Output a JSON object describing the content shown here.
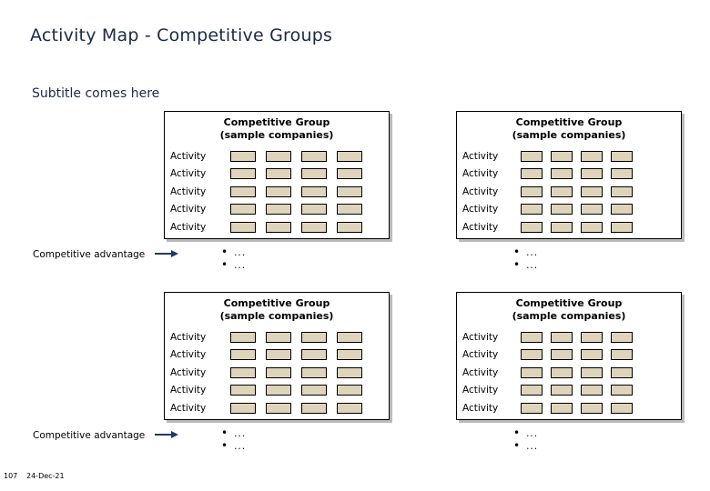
{
  "slide": {
    "title": "Activity Map - Competitive Groups",
    "subtitle": "Subtitle comes here",
    "page_number": "107",
    "date": "24-Dec-21"
  },
  "panels": [
    {
      "header_line1": "Competitive Group",
      "header_line2": "(sample companies)",
      "rows": [
        {
          "label": "Activity",
          "cells": 4
        },
        {
          "label": "Activity",
          "cells": 4
        },
        {
          "label": "Activity",
          "cells": 4
        },
        {
          "label": "Activity",
          "cells": 4
        },
        {
          "label": "Activity",
          "cells": 4
        }
      ],
      "bullets": [
        "...",
        "..."
      ]
    },
    {
      "header_line1": "Competitive Group",
      "header_line2": "(sample companies)",
      "rows": [
        {
          "label": "Activity",
          "cells": 4
        },
        {
          "label": "Activity",
          "cells": 4
        },
        {
          "label": "Activity",
          "cells": 4
        },
        {
          "label": "Activity",
          "cells": 4
        },
        {
          "label": "Activity",
          "cells": 4
        }
      ],
      "bullets": [
        "...",
        "..."
      ]
    },
    {
      "header_line1": "Competitive Group",
      "header_line2": "(sample companies)",
      "rows": [
        {
          "label": "Activity",
          "cells": 4
        },
        {
          "label": "Activity",
          "cells": 4
        },
        {
          "label": "Activity",
          "cells": 4
        },
        {
          "label": "Activity",
          "cells": 4
        },
        {
          "label": "Activity",
          "cells": 4
        }
      ],
      "bullets": [
        "...",
        "..."
      ]
    },
    {
      "header_line1": "Competitive Group",
      "header_line2": "(sample companies)",
      "rows": [
        {
          "label": "Activity",
          "cells": 4
        },
        {
          "label": "Activity",
          "cells": 4
        },
        {
          "label": "Activity",
          "cells": 4
        },
        {
          "label": "Activity",
          "cells": 4
        },
        {
          "label": "Activity",
          "cells": 4
        }
      ],
      "bullets": [
        "...",
        "..."
      ]
    }
  ],
  "advantage_labels": [
    "Competitive advantage",
    "Competitive advantage"
  ],
  "colors": {
    "cell_fill": "#ddd4bb",
    "cell_border": "#000000",
    "title_text": "#1b2a4a",
    "arrow": "#1f3864"
  }
}
